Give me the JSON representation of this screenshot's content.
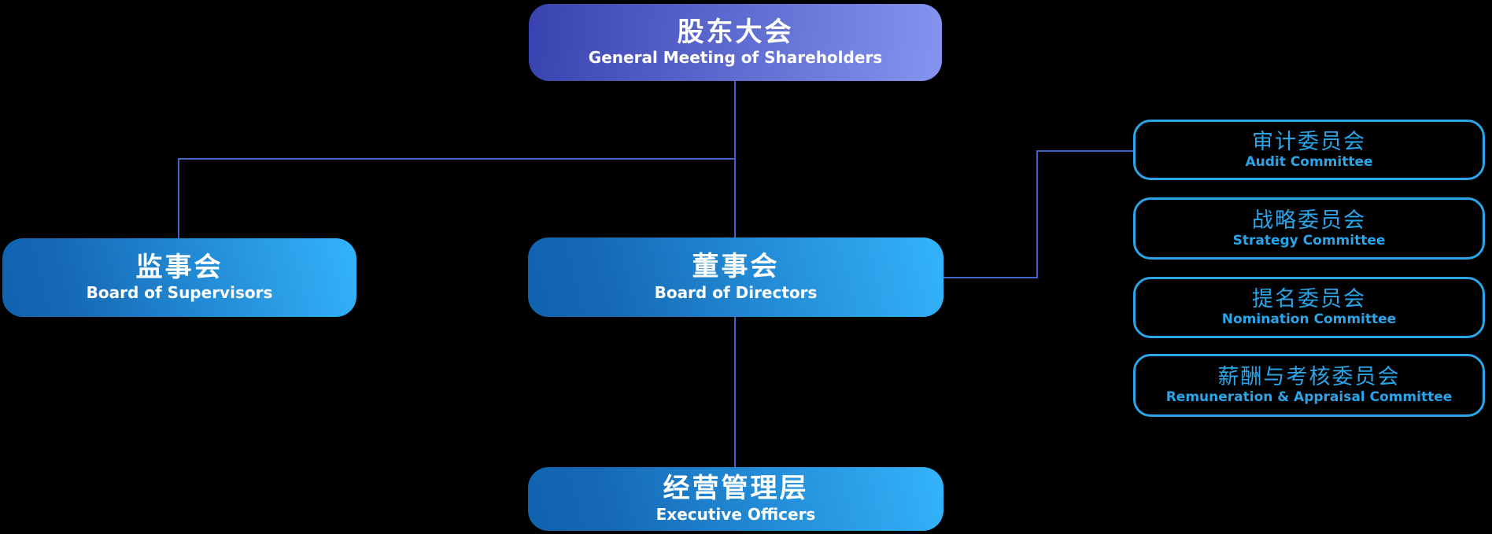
{
  "chart_title": "corporate governance organization chart",
  "colors": {
    "background": "#000000",
    "top_gradient_start": "#3842b0",
    "top_gradient_end": "#8494ef",
    "blue_gradient_start": "#1568b5",
    "blue_gradient_end": "#33b4fb",
    "committee_accent": "#2aa5e9",
    "connector_line": "#3e66c4",
    "node_text": "#ffffff"
  },
  "nodes": {
    "shareholders": {
      "zh": "股东大会",
      "en": "General Meeting of Shareholders"
    },
    "supervisors": {
      "zh": "监事会",
      "en": "Board of Supervisors"
    },
    "directors": {
      "zh": "董事会",
      "en": "Board of Directors"
    },
    "executives": {
      "zh": "经营管理层",
      "en": "Executive Officers"
    },
    "committees": [
      {
        "zh": "审计委员会",
        "en": "Audit Committee"
      },
      {
        "zh": "战略委员会",
        "en": "Strategy Committee"
      },
      {
        "zh": "提名委员会",
        "en": "Nomination Committee"
      },
      {
        "zh": "薪酬与考核委员会",
        "en": "Remuneration & Appraisal Committee"
      }
    ]
  }
}
